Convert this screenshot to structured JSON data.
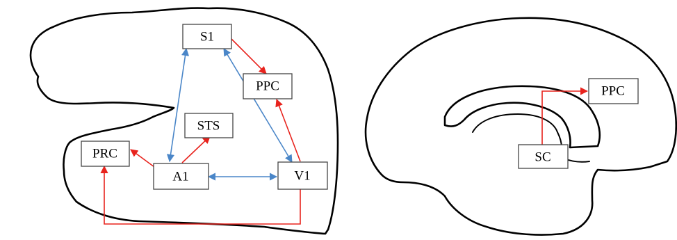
{
  "left_brain": {
    "nodes": {
      "s1": "S1",
      "ppc": "PPC",
      "sts": "STS",
      "prc": "PRC",
      "a1": "A1",
      "v1": "V1"
    }
  },
  "right_brain": {
    "nodes": {
      "sc": "SC",
      "ppc": "PPC"
    }
  },
  "colors": {
    "excitatory_red": "#e8231d",
    "bidirectional_blue": "#4a86c8",
    "outline": "#000000"
  }
}
